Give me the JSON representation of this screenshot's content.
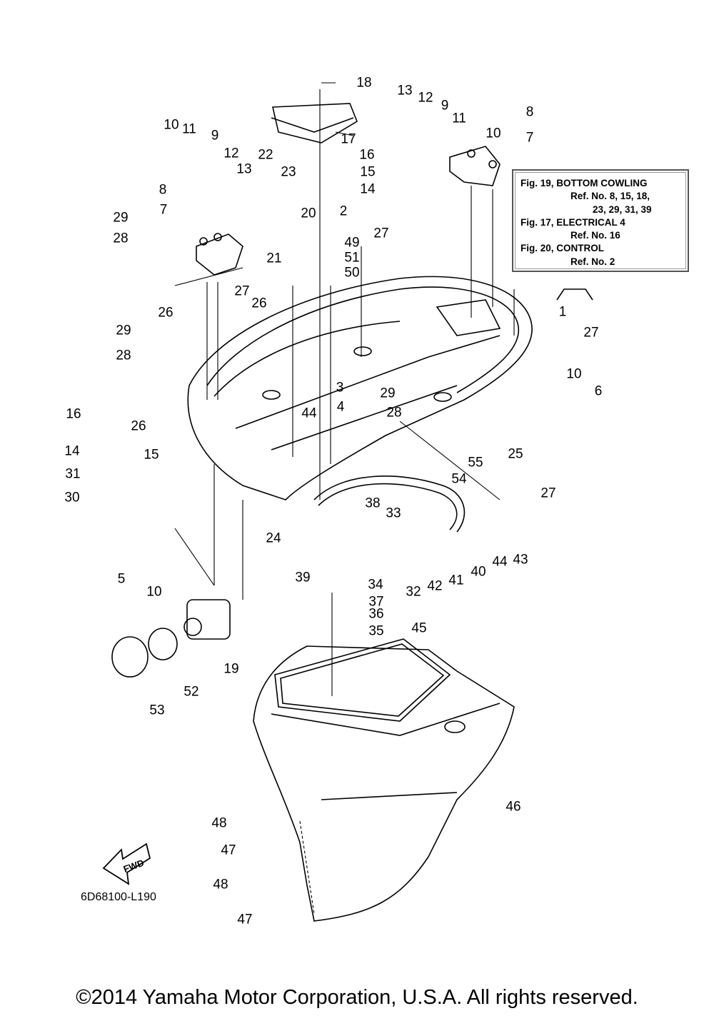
{
  "diagram": {
    "legend": {
      "lines": [
        "Fig. 19, BOTTOM COWLING",
        "Ref. No. 8, 15, 18,",
        "23, 29, 31, 39",
        "Fig. 17, ELECTRICAL 4",
        "Ref. No. 16",
        "Fig. 20, CONTROL",
        "Ref. No. 2"
      ]
    },
    "fwd_label": "FWD",
    "diagram_id": "6D68100-L190",
    "copyright": "©2014 Yamaha Motor Corporation, U.S.A. All rights reserved.",
    "callouts": [
      {
        "label": "18",
        "ref": "18"
      },
      {
        "label": "13",
        "ref": "13"
      },
      {
        "label": "12",
        "ref": "12"
      },
      {
        "label": "9",
        "ref": "9"
      },
      {
        "label": "8",
        "ref": "8"
      },
      {
        "label": "11",
        "ref": "11"
      },
      {
        "label": "10",
        "ref": "10"
      },
      {
        "label": "7",
        "ref": "7"
      },
      {
        "label": "17",
        "ref": "17"
      },
      {
        "label": "16",
        "ref": "16"
      },
      {
        "label": "15",
        "ref": "15"
      },
      {
        "label": "14",
        "ref": "14"
      },
      {
        "label": "10",
        "ref": "10"
      },
      {
        "label": "11",
        "ref": "11"
      },
      {
        "label": "9",
        "ref": "9"
      },
      {
        "label": "12",
        "ref": "12"
      },
      {
        "label": "13",
        "ref": "13"
      },
      {
        "label": "22",
        "ref": "22"
      },
      {
        "label": "23",
        "ref": "23"
      },
      {
        "label": "8",
        "ref": "8"
      },
      {
        "label": "20",
        "ref": "20"
      },
      {
        "label": "29",
        "ref": "29"
      },
      {
        "label": "7",
        "ref": "7"
      },
      {
        "label": "28",
        "ref": "28"
      },
      {
        "label": "21",
        "ref": "21"
      },
      {
        "label": "2",
        "ref": "2"
      },
      {
        "label": "49",
        "ref": "49"
      },
      {
        "label": "27",
        "ref": "27"
      },
      {
        "label": "51",
        "ref": "51"
      },
      {
        "label": "50",
        "ref": "50"
      },
      {
        "label": "27",
        "ref": "27"
      },
      {
        "label": "26",
        "ref": "26"
      },
      {
        "label": "26",
        "ref": "26"
      },
      {
        "label": "29",
        "ref": "29"
      },
      {
        "label": "1",
        "ref": "1"
      },
      {
        "label": "27",
        "ref": "27"
      },
      {
        "label": "28",
        "ref": "28"
      },
      {
        "label": "10",
        "ref": "10"
      },
      {
        "label": "3",
        "ref": "3"
      },
      {
        "label": "29",
        "ref": "29"
      },
      {
        "label": "6",
        "ref": "6"
      },
      {
        "label": "44",
        "ref": "44"
      },
      {
        "label": "4",
        "ref": "4"
      },
      {
        "label": "28",
        "ref": "28"
      },
      {
        "label": "16",
        "ref": "16"
      },
      {
        "label": "26",
        "ref": "26"
      },
      {
        "label": "15",
        "ref": "15"
      },
      {
        "label": "25",
        "ref": "25"
      },
      {
        "label": "14",
        "ref": "14"
      },
      {
        "label": "55",
        "ref": "55"
      },
      {
        "label": "54",
        "ref": "54"
      },
      {
        "label": "31",
        "ref": "31"
      },
      {
        "label": "27",
        "ref": "27"
      },
      {
        "label": "30",
        "ref": "30"
      },
      {
        "label": "38",
        "ref": "38"
      },
      {
        "label": "33",
        "ref": "33"
      },
      {
        "label": "24",
        "ref": "24"
      },
      {
        "label": "43",
        "ref": "43"
      },
      {
        "label": "44",
        "ref": "44"
      },
      {
        "label": "40",
        "ref": "40"
      },
      {
        "label": "41",
        "ref": "41"
      },
      {
        "label": "42",
        "ref": "42"
      },
      {
        "label": "32",
        "ref": "32"
      },
      {
        "label": "5",
        "ref": "5"
      },
      {
        "label": "10",
        "ref": "10"
      },
      {
        "label": "39",
        "ref": "39"
      },
      {
        "label": "34",
        "ref": "34"
      },
      {
        "label": "37",
        "ref": "37"
      },
      {
        "label": "36",
        "ref": "36"
      },
      {
        "label": "35",
        "ref": "35"
      },
      {
        "label": "45",
        "ref": "45"
      },
      {
        "label": "19",
        "ref": "19"
      },
      {
        "label": "52",
        "ref": "52"
      },
      {
        "label": "53",
        "ref": "53"
      },
      {
        "label": "46",
        "ref": "46"
      },
      {
        "label": "48",
        "ref": "48"
      },
      {
        "label": "47",
        "ref": "47"
      },
      {
        "label": "48",
        "ref": "48"
      },
      {
        "label": "47",
        "ref": "47"
      }
    ]
  }
}
